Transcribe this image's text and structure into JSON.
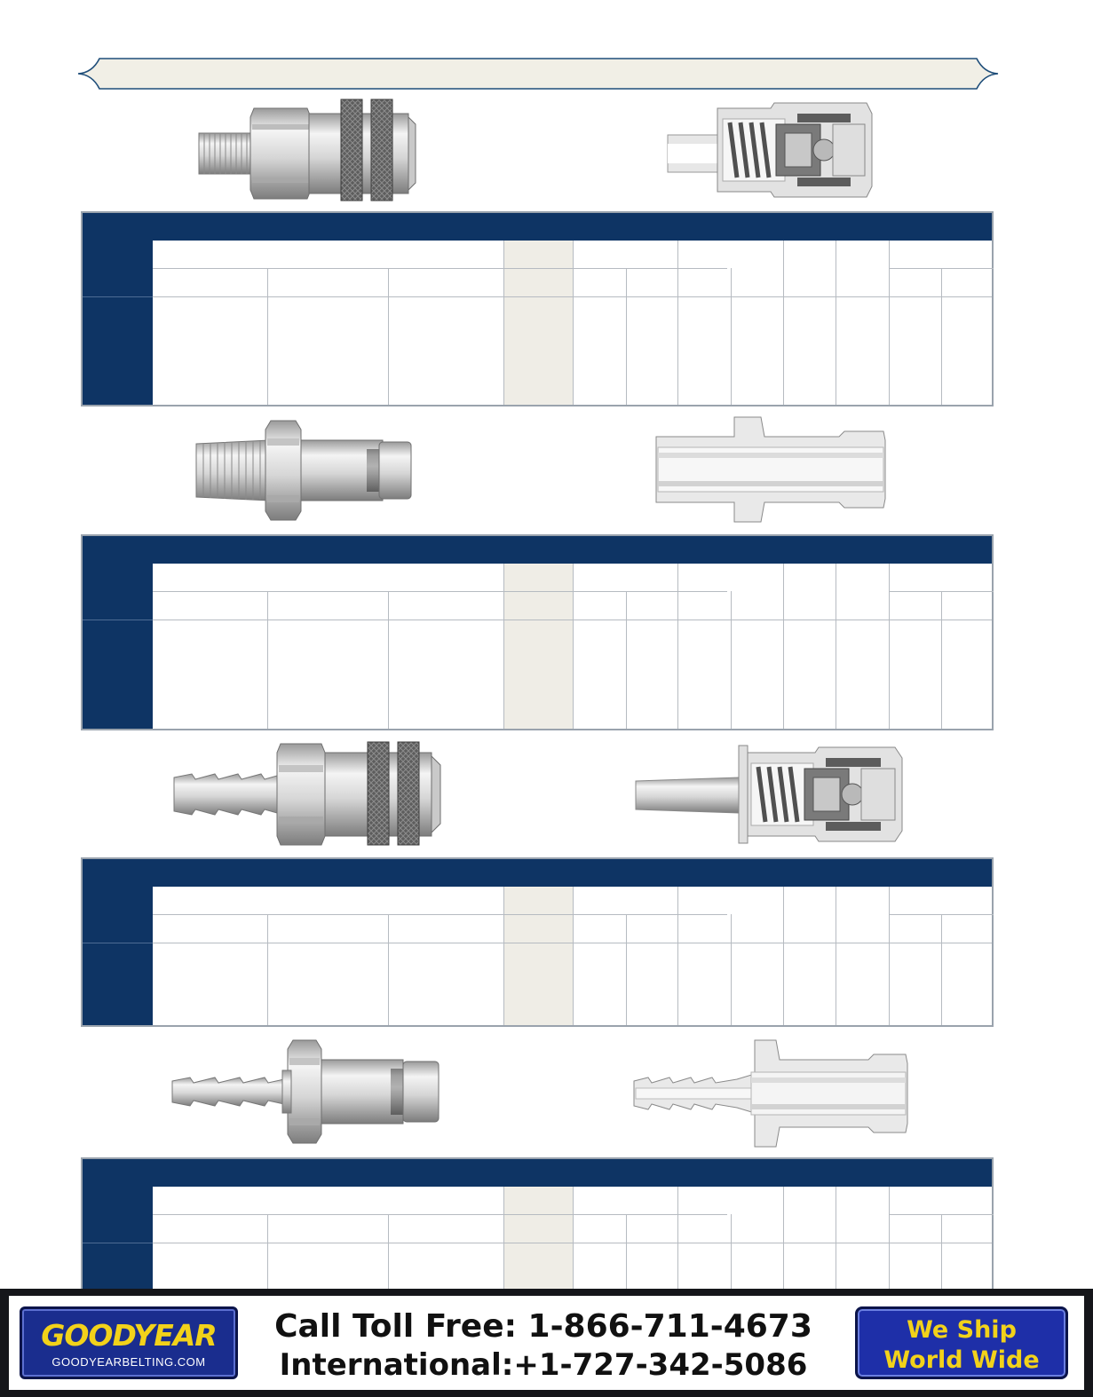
{
  "footer": {
    "logo_text": "GOODYEAR",
    "logo_url": "GOODYEARBELTING.COM",
    "phone_tollfree": "Call Toll Free: 1-866-711-4673",
    "phone_international": "International:+1-727-342-5086",
    "ship_line1": "We Ship",
    "ship_line2": "World Wide"
  },
  "colors": {
    "navy": "#0e3464",
    "banner_fill": "#f1efe6",
    "shaded_column": "#efede6",
    "logo_blue": "#1a2d8e",
    "logo_yellow": "#f2d21a"
  },
  "products": [
    {
      "icon_left": "coupler-male-thread-photo-icon",
      "icon_right": "coupler-male-thread-cutaway-icon"
    },
    {
      "icon_left": "plug-male-thread-photo-icon",
      "icon_right": "plug-male-thread-cutaway-icon"
    },
    {
      "icon_left": "coupler-hose-barb-photo-icon",
      "icon_right": "coupler-hose-barb-cutaway-icon"
    },
    {
      "icon_left": "plug-hose-barb-photo-icon",
      "icon_right": "plug-hose-barb-cutaway-icon"
    }
  ]
}
